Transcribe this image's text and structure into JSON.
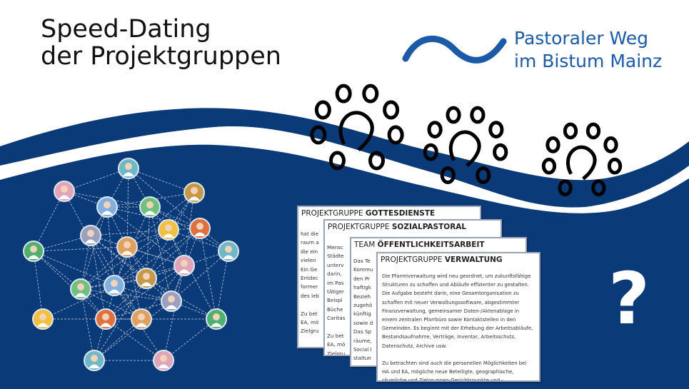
{
  "slide": {
    "title_line1": "Speed-Dating",
    "title_line2": "der Projektgruppen",
    "logo_line1": "Pastoraler Weg",
    "logo_line2": "im Bistum Mainz",
    "question_mark": "?",
    "colors": {
      "brand_blue": "#0a3a78",
      "logo_blue": "#1b5aa6"
    }
  },
  "documents": [
    {
      "prefix": "PROJEKTGRUPPE ",
      "name": "GOTTESDIENSTE",
      "lines": [
        "hat die",
        "raum a",
        "die ein",
        "vielen",
        "Ein Ge",
        "Entdec",
        "former",
        "des leb",
        "",
        "Zu bet",
        "EA, mö",
        "Zielgru"
      ]
    },
    {
      "prefix": "PROJEKTGRUPPE ",
      "name": "SOZIALPASTORAL",
      "lines": [
        "Mensc",
        "Städte",
        "unterv",
        "darin,",
        "im Pas",
        "tätiger",
        "Beispi",
        "Büche",
        "Caritas",
        "",
        "Zu bet",
        "EA, mö",
        "Zielgru"
      ]
    },
    {
      "prefix": "TEAM ",
      "name": "ÖFFENTLICHKEITSARBEIT",
      "lines": [
        "Das Te",
        "Kommu",
        "den Pr",
        "haftigk",
        "Bezieh",
        "zugehö",
        "künftig",
        "sowie d",
        "Das Sp",
        "räume,",
        "Social I",
        "staltun"
      ]
    },
    {
      "prefix": "PROJEKTGRUPPE ",
      "name": "VERWALTUNG",
      "paragraph1": "Die Pfarreiverwaltung wird neu geordnet, um zukunftsfähige Strukturen zu schaffen und Abläufe effizienter zu gestalten. Die Aufgabe besteht darin, eine Gesamtorganisation zu schaffen mit neuer Verwaltungssoftware, abgestimmter Finanzverwaltung, gemeinsamer Daten-/Aktenablage in einem zentralen Pfarrbüro sowie Kontaktstellen in den Gemeinden. Es beginnt mit der Erhebung der Arbeitsabläufe, Bestandsaufnahme, Verträge, Inventar, Arbeitsschutz, Datenschutz, Archive usw.",
      "paragraph2": "Zu betrachten sind auch die personellen Möglichkeiten bei HA und EA, mögliche neue Beteiligte, geographische, räumliche und Zielgruppen-Gesichtspunkte und -Anforderungen. Ausstattungs- und Fortbildungsbedarf ist zu ermitteln und zu decken."
    }
  ]
}
